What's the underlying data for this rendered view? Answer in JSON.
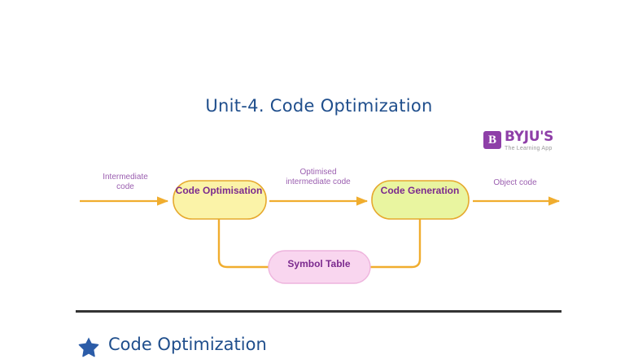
{
  "slide": {
    "title": "Unit-4. Code Optimization",
    "background": "#ffffff"
  },
  "logo": {
    "name": "byjus-logo",
    "mark_letter": "B",
    "wordmark": "BYJU'S",
    "tagline": "The Learning App",
    "brand_color": "#8e3fa8",
    "tagline_color": "#9a9a9a"
  },
  "diagram": {
    "type": "flow-diagram",
    "nodes": [
      {
        "id": "code-optimisation",
        "label": "Code\nOptimisation",
        "fill": "#fbf3a8",
        "stroke": "#e6a92e",
        "text_color": "#7b2a8e"
      },
      {
        "id": "code-generation",
        "label": "Code\nGeneration",
        "fill": "#e9f5a0",
        "stroke": "#e6a92e",
        "text_color": "#7b2a8e"
      },
      {
        "id": "symbol-table",
        "label": "Symbol Table",
        "fill": "#f9d6ef",
        "stroke": "#e8a0d0",
        "text_color": "#7b2a8e"
      }
    ],
    "edges": [
      {
        "id": "edge-intermediate",
        "label": "Intermediate\ncode",
        "from": "input",
        "to": "code-optimisation",
        "color": "#f0ad2e"
      },
      {
        "id": "edge-optimised",
        "label": "Optimised\nintermediate code",
        "from": "code-optimisation",
        "to": "code-generation",
        "color": "#f0ad2e"
      },
      {
        "id": "edge-object",
        "label": "Object code",
        "from": "code-generation",
        "to": "output",
        "color": "#f0ad2e"
      },
      {
        "id": "edge-symbol-left",
        "label": "",
        "from": "code-optimisation",
        "to": "symbol-table",
        "color": "#f0ad2e"
      },
      {
        "id": "edge-symbol-right",
        "label": "",
        "from": "code-generation",
        "to": "symbol-table",
        "color": "#f0ad2e"
      }
    ],
    "label_color": "#9b5fb0"
  },
  "body": {
    "divider_color": "#333333",
    "bullet_icon": "star-icon",
    "bullet_color": "#2b5ca8",
    "heading": "Code Optimization",
    "heading_color": "#1f4e8c"
  }
}
